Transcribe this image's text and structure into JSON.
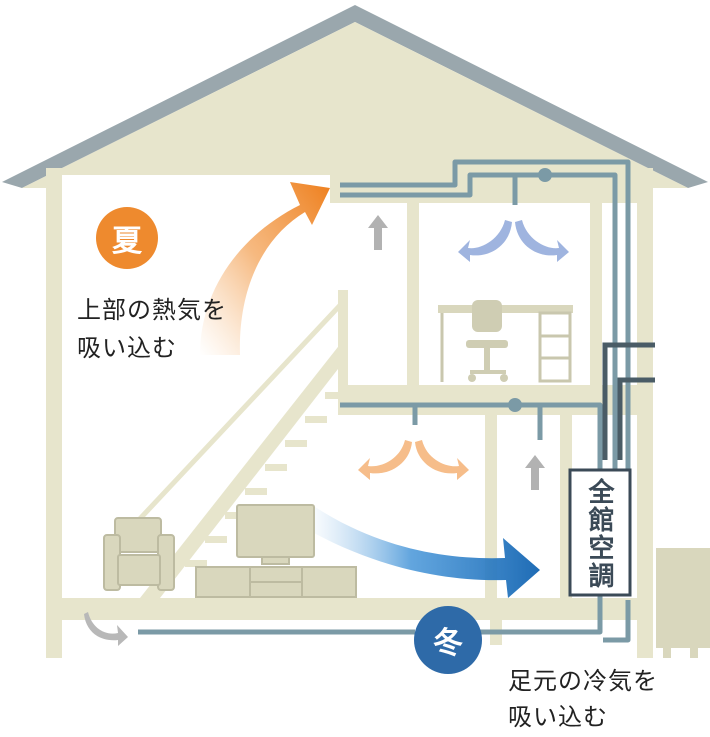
{
  "summer": {
    "badge": "夏",
    "caption_line1": "上部の熱気を",
    "caption_line2": "吸い込む",
    "color": "#ee8a2e"
  },
  "winter": {
    "badge": "冬",
    "caption_line1": "足元の冷気を",
    "caption_line2": "吸い込む",
    "color": "#2e6aa8"
  },
  "hvac_unit": {
    "label": "全館空調"
  },
  "colors": {
    "roof": "#9aa7ad",
    "wall": "#e7e5cc",
    "duct": "#7b9aa6"
  }
}
